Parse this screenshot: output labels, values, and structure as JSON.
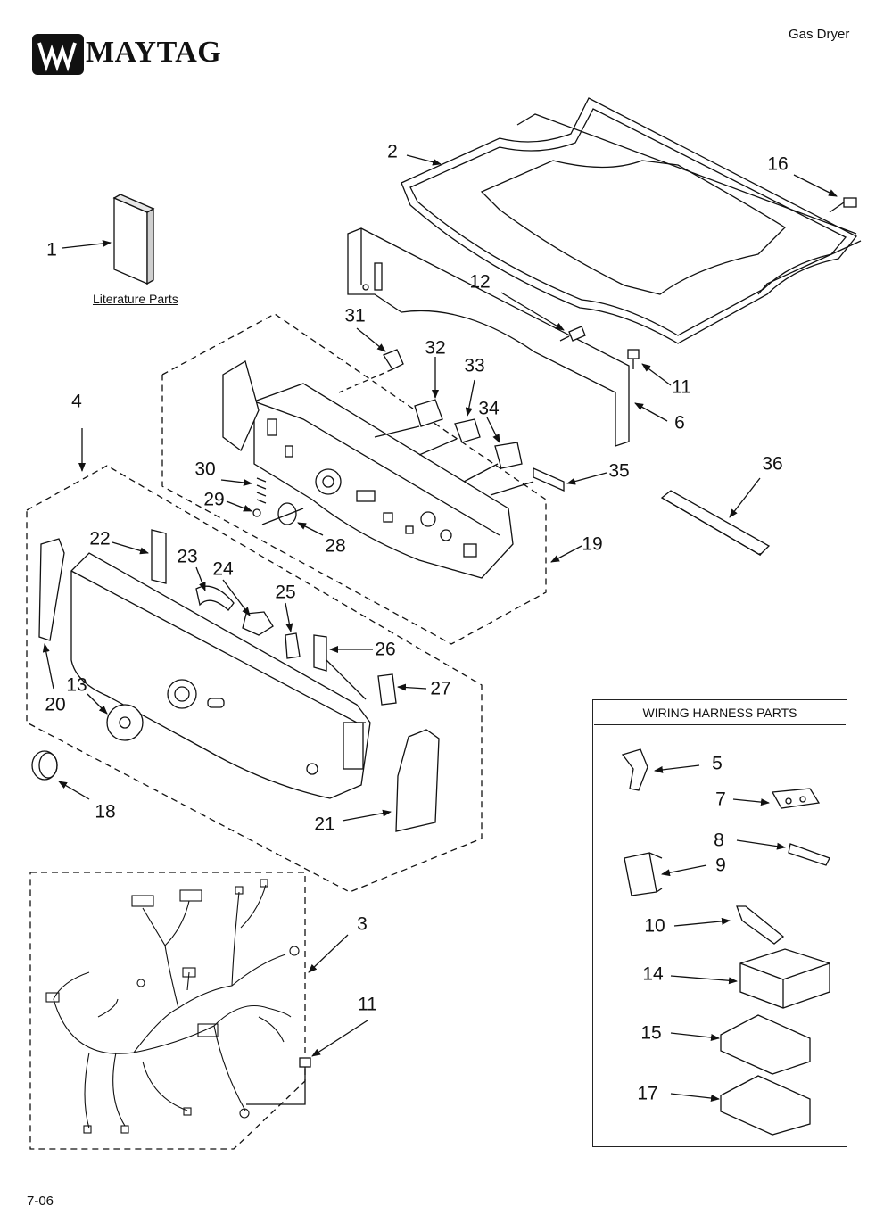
{
  "brand": {
    "name": "MAYTAG"
  },
  "header": {
    "doc_type": "Gas Dryer"
  },
  "footer": {
    "page_code": "7-06"
  },
  "literature": {
    "label": "Literature Parts"
  },
  "wiring_box": {
    "title": "WIRING HARNESS PARTS"
  },
  "callouts": {
    "c1": "1",
    "c2": "2",
    "c3": "3",
    "c4": "4",
    "c5": "5",
    "c6": "6",
    "c7": "7",
    "c8": "8",
    "c9": "9",
    "c10": "10",
    "c11a": "11",
    "c11b": "11",
    "c12": "12",
    "c13": "13",
    "c14": "14",
    "c15": "15",
    "c16": "16",
    "c17": "17",
    "c18": "18",
    "c19": "19",
    "c20": "20",
    "c21": "21",
    "c22": "22",
    "c23": "23",
    "c24": "24",
    "c25": "25",
    "c26": "26",
    "c27": "27",
    "c28": "28",
    "c29": "29",
    "c30": "30",
    "c31": "31",
    "c32": "32",
    "c33": "33",
    "c34": "34",
    "c35": "35",
    "c36": "36"
  },
  "icons": {
    "brand_logo": "maytag-logo-icon"
  }
}
